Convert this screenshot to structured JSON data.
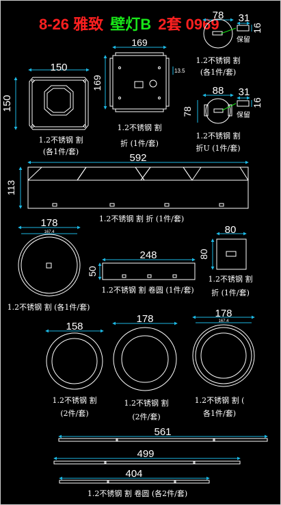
{
  "title": {
    "prefix": "8-26 雅致",
    "highlight": "壁灯B",
    "suffix": "2套 0969",
    "prefix_color": "#ff2020",
    "highlight_color": "#19e619",
    "suffix_color": "#ff2020"
  },
  "colors": {
    "outline": "#ffffff",
    "dimension": "#1db9e5",
    "border": "#c0c0c0"
  },
  "parts": {
    "square_plate": {
      "dim_w": "150",
      "dim_h": "150",
      "label1": "1.2不锈钢 割",
      "label2": "(各1件/套)"
    },
    "box_169": {
      "dim_w": "169",
      "dim_h": "169",
      "dim_small": "13.5",
      "label1": "1.2不锈钢 割",
      "label2": "折 (1件/套)"
    },
    "round_78_a": {
      "dim_d": "78",
      "dim_tab_w": "31",
      "dim_tab_h": "16",
      "note": "保留",
      "label1": "1.2不锈钢 割",
      "label2": "(各1件/套)"
    },
    "round_88": {
      "dim_w": "88",
      "dim_h": "78",
      "dim_tab_w": "31",
      "dim_tab_h": "16",
      "note": "保留",
      "label1": "1.2不锈钢 割",
      "label2": "折U (1件/套)"
    },
    "strip_592": {
      "dim_w": "592",
      "dim_h": "113",
      "label": "1.2不锈钢 割 折 (1件/套)"
    },
    "disc_178": {
      "dim_d": "178",
      "dim_small": "167.4",
      "label": "1.2不锈钢 割 (各1件/套)"
    },
    "strip_248": {
      "dim_w": "248",
      "dim_h": "50",
      "label": "1.2不锈钢 割 卷圆 (1件/套)"
    },
    "square_80": {
      "dim_w": "80",
      "dim_h": "80",
      "label1": "1.2不锈钢 割",
      "label2": "折 (1件/套)"
    },
    "ring_158": {
      "dim_d": "158",
      "label1": "1.2不锈钢 割",
      "label2": "(2件/套)"
    },
    "ring_178": {
      "dim_d": "178",
      "label1": "1.2不锈钢 割",
      "label2": "(2件/套)"
    },
    "ring_178_b": {
      "dim_d": "178",
      "dim_small": "167.4",
      "label1": "1.2不锈钢 割 (",
      "label2": "各1件/套)"
    },
    "bar_561": {
      "dim": "561"
    },
    "bar_499": {
      "dim": "499"
    },
    "bar_404": {
      "dim": "404"
    },
    "bars_label": "1.2不锈钢 割 卷圆 (各2件/套)"
  }
}
